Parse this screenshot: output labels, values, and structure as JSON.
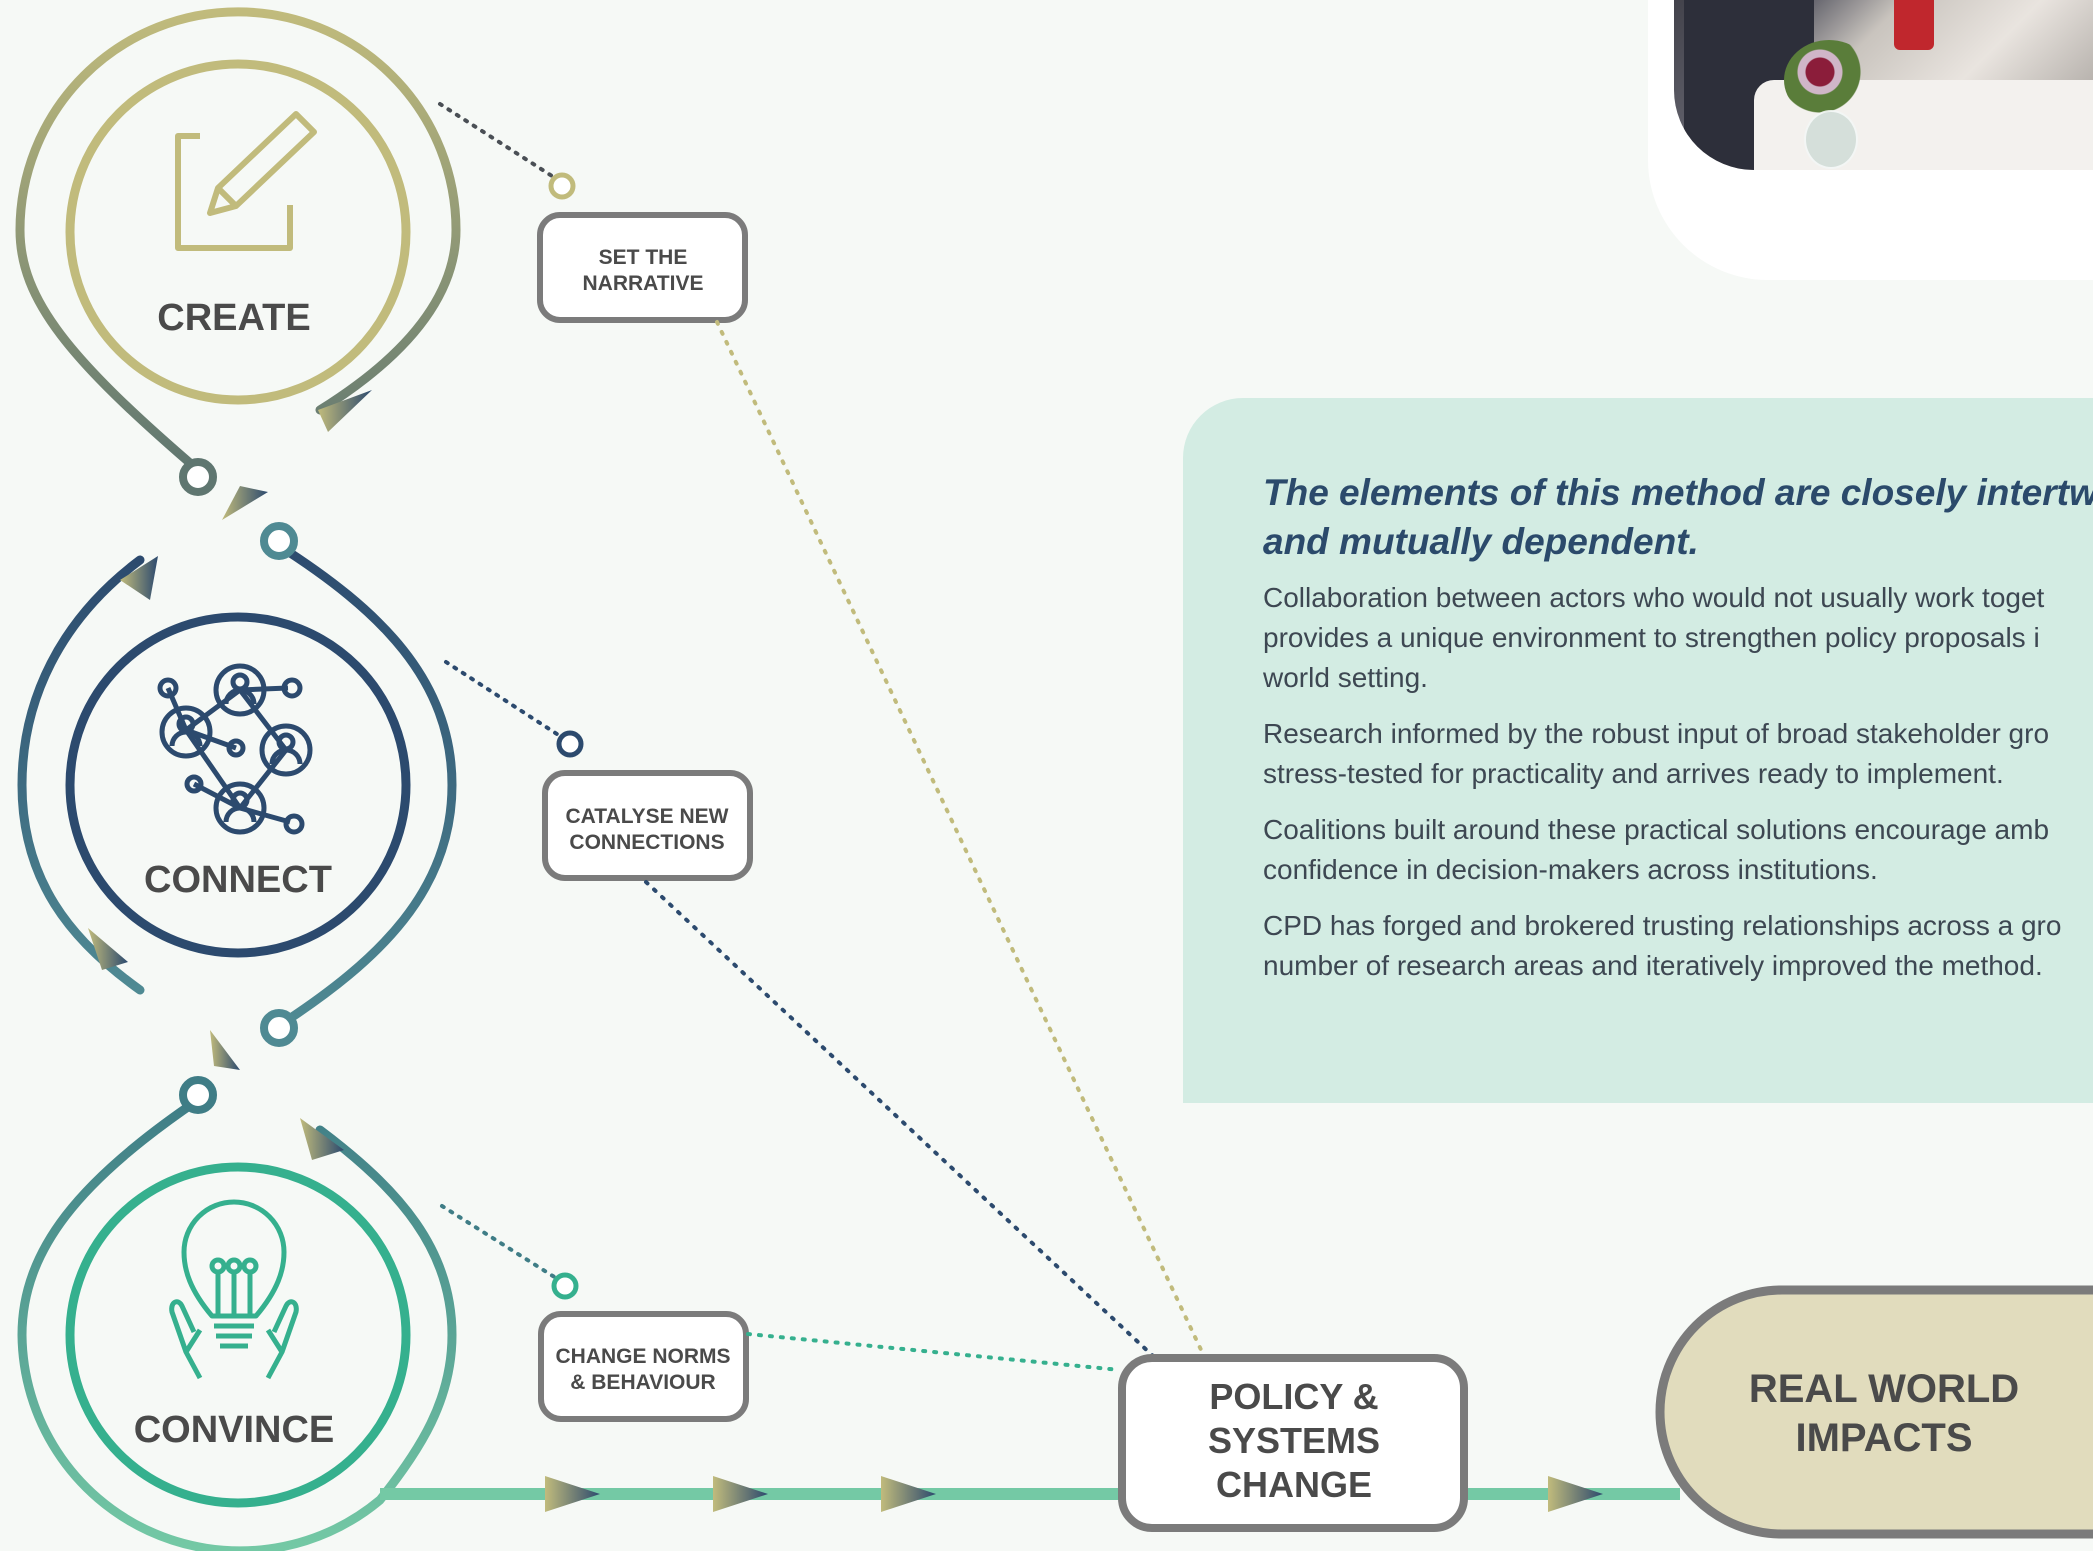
{
  "cycle": {
    "create": {
      "label": "CREATE",
      "color": "#c1bb7c"
    },
    "connect": {
      "label": "CONNECT",
      "color": "#2c4a6e"
    },
    "convince": {
      "label": "CONVINCE",
      "color": "#35b08e"
    }
  },
  "actions": {
    "narrative": {
      "line1": "SET THE",
      "line2": "NARRATIVE"
    },
    "connections": {
      "line1": "CATALYSE NEW",
      "line2": "CONNECTIONS"
    },
    "norms": {
      "line1": "CHANGE NORMS",
      "line2": "& BEHAVIOUR"
    }
  },
  "outcomes": {
    "policy": {
      "line1": "POLICY &",
      "line2": "SYSTEMS",
      "line3": "CHANGE"
    },
    "impacts": {
      "line1": "REAL WORLD",
      "line2": "IMPACTS",
      "fill": "#e1dcbd"
    }
  },
  "info": {
    "title": "The elements of this method are closely intertwi\nand mutually dependent.",
    "paragraphs": [
      "Collaboration between actors who would not usually work toget\nprovides a unique environment to strengthen policy proposals i\nworld setting.",
      "Research informed by the robust input of broad stakeholder gro\nstress-tested for practicality and arrives ready to implement.",
      "Coalitions built around these practical solutions encourage amb\nconfidence in decision-makers across institutions.",
      "CPD has forged and brokered trusting relationships across a gro\nnumber of research areas and iteratively improved the method."
    ]
  }
}
